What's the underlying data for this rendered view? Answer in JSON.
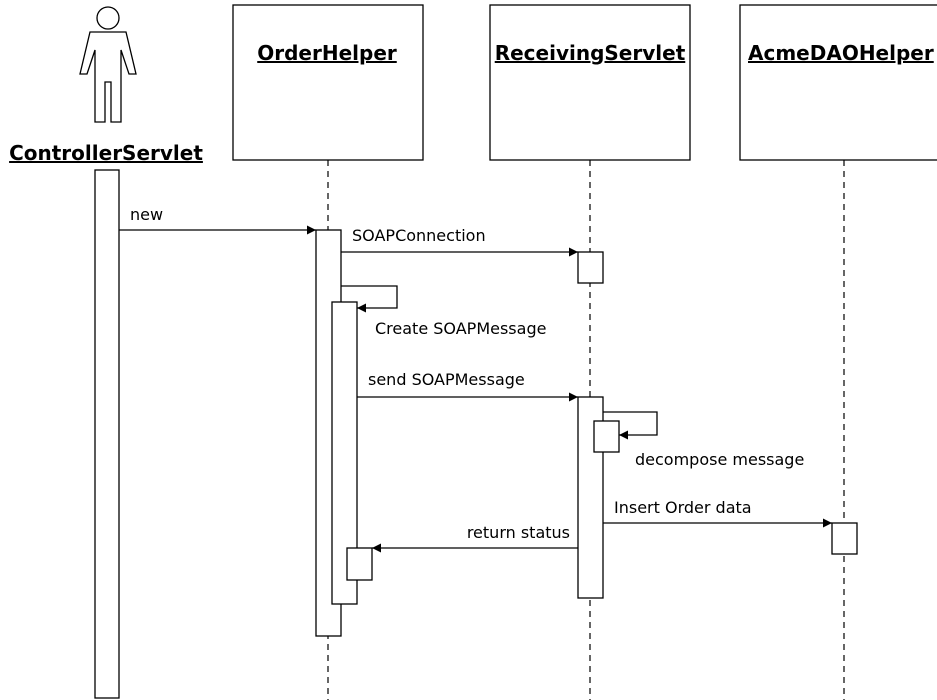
{
  "actor": {
    "name": "ControllerServlet"
  },
  "participants": [
    {
      "id": "order-helper",
      "name": "OrderHelper"
    },
    {
      "id": "receiving-servlet",
      "name": "ReceivingServlet"
    },
    {
      "id": "acme-dao-helper",
      "name": "AcmeDAOHelper"
    }
  ],
  "messages": {
    "new": "new",
    "soap_connection": "SOAPConnection",
    "create_soap_message": "Create SOAPMessage",
    "send_soap_message": "send SOAPMessage",
    "decompose_message": "decompose message",
    "insert_order_data": "Insert Order data",
    "return_status": "return status"
  }
}
